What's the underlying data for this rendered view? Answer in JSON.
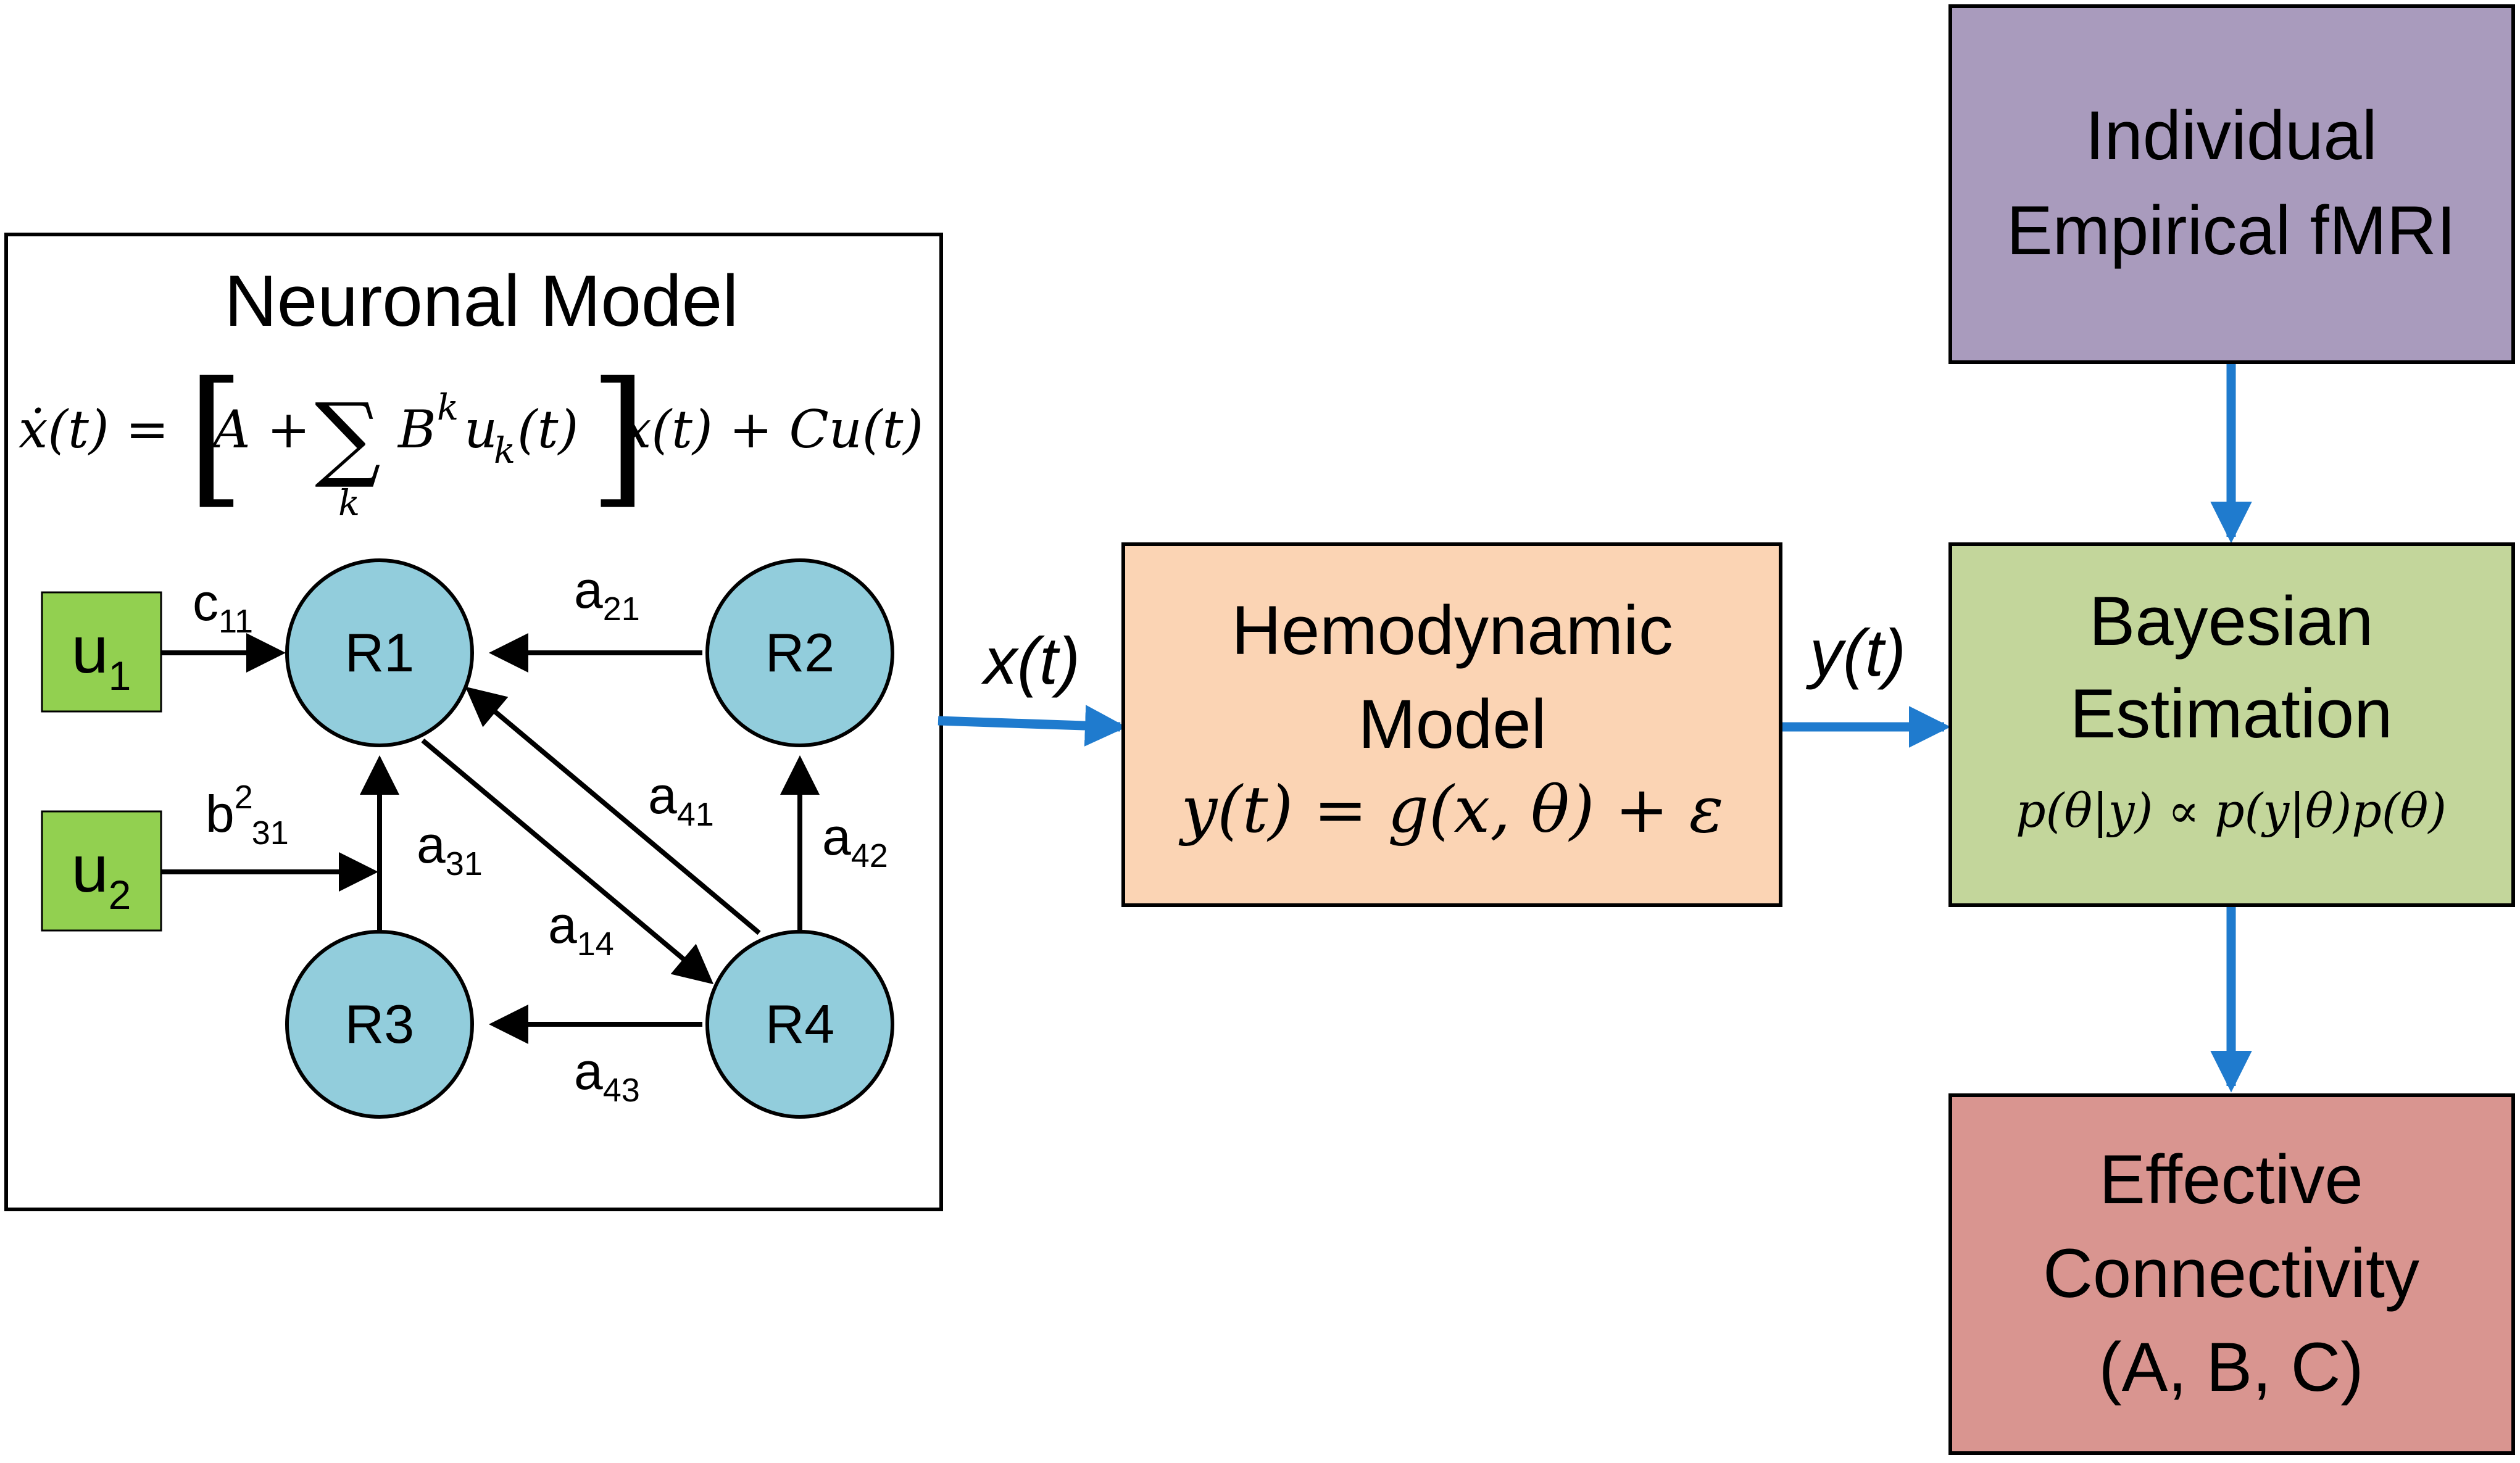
{
  "neuronal_model": {
    "title": "Neuronal Model",
    "equation": {
      "lhs": "ẋ(t) = ",
      "bracket_open": "[",
      "A": "A + ",
      "sum": "∑",
      "sum_index": "k",
      "B": "B",
      "B_sup": "k",
      "u": "u",
      "u_sub": "k",
      "ut": "(t)",
      "bracket_close": "]",
      "rhs": "x(t) + Cu(t)"
    },
    "inputs": [
      {
        "label": "u",
        "sub": "1"
      },
      {
        "label": "u",
        "sub": "2"
      }
    ],
    "regions": [
      "R1",
      "R2",
      "R3",
      "R4"
    ],
    "edges": {
      "c11": {
        "base": "c",
        "sub": "11"
      },
      "b231": {
        "base": "b",
        "sup": "2",
        "sub": "31"
      },
      "a21": {
        "base": "a",
        "sub": "21"
      },
      "a31": {
        "base": "a",
        "sub": "31"
      },
      "a41": {
        "base": "a",
        "sub": "41"
      },
      "a14": {
        "base": "a",
        "sub": "14"
      },
      "a42": {
        "base": "a",
        "sub": "42"
      },
      "a43": {
        "base": "a",
        "sub": "43"
      }
    }
  },
  "signals": {
    "x_label": "x(t)",
    "y_label": "y(t)"
  },
  "hemodynamic": {
    "line1": "Hemodynamic",
    "line2": "Model",
    "equation": "y(t) = g(x, θ) + ε"
  },
  "empirical": {
    "line1": "Individual",
    "line2": "Empirical fMRI"
  },
  "bayesian": {
    "line1": "Bayesian",
    "line2": "Estimation",
    "equation": "p(θ|y) ∝ p(y|θ)p(θ)"
  },
  "connectivity": {
    "line1": "Effective",
    "line2": "Connectivity",
    "line3": "(A, B, C)"
  },
  "colors": {
    "region_fill": "#92cddc",
    "input_fill": "#92d050",
    "hemodynamic_fill": "#fbd4b4",
    "empirical_fill": "#a99bbd",
    "bayesian_fill": "#c3d69b",
    "connectivity_fill": "#d99590",
    "flow_arrow": "#1f7bce",
    "stroke": "#000000"
  }
}
